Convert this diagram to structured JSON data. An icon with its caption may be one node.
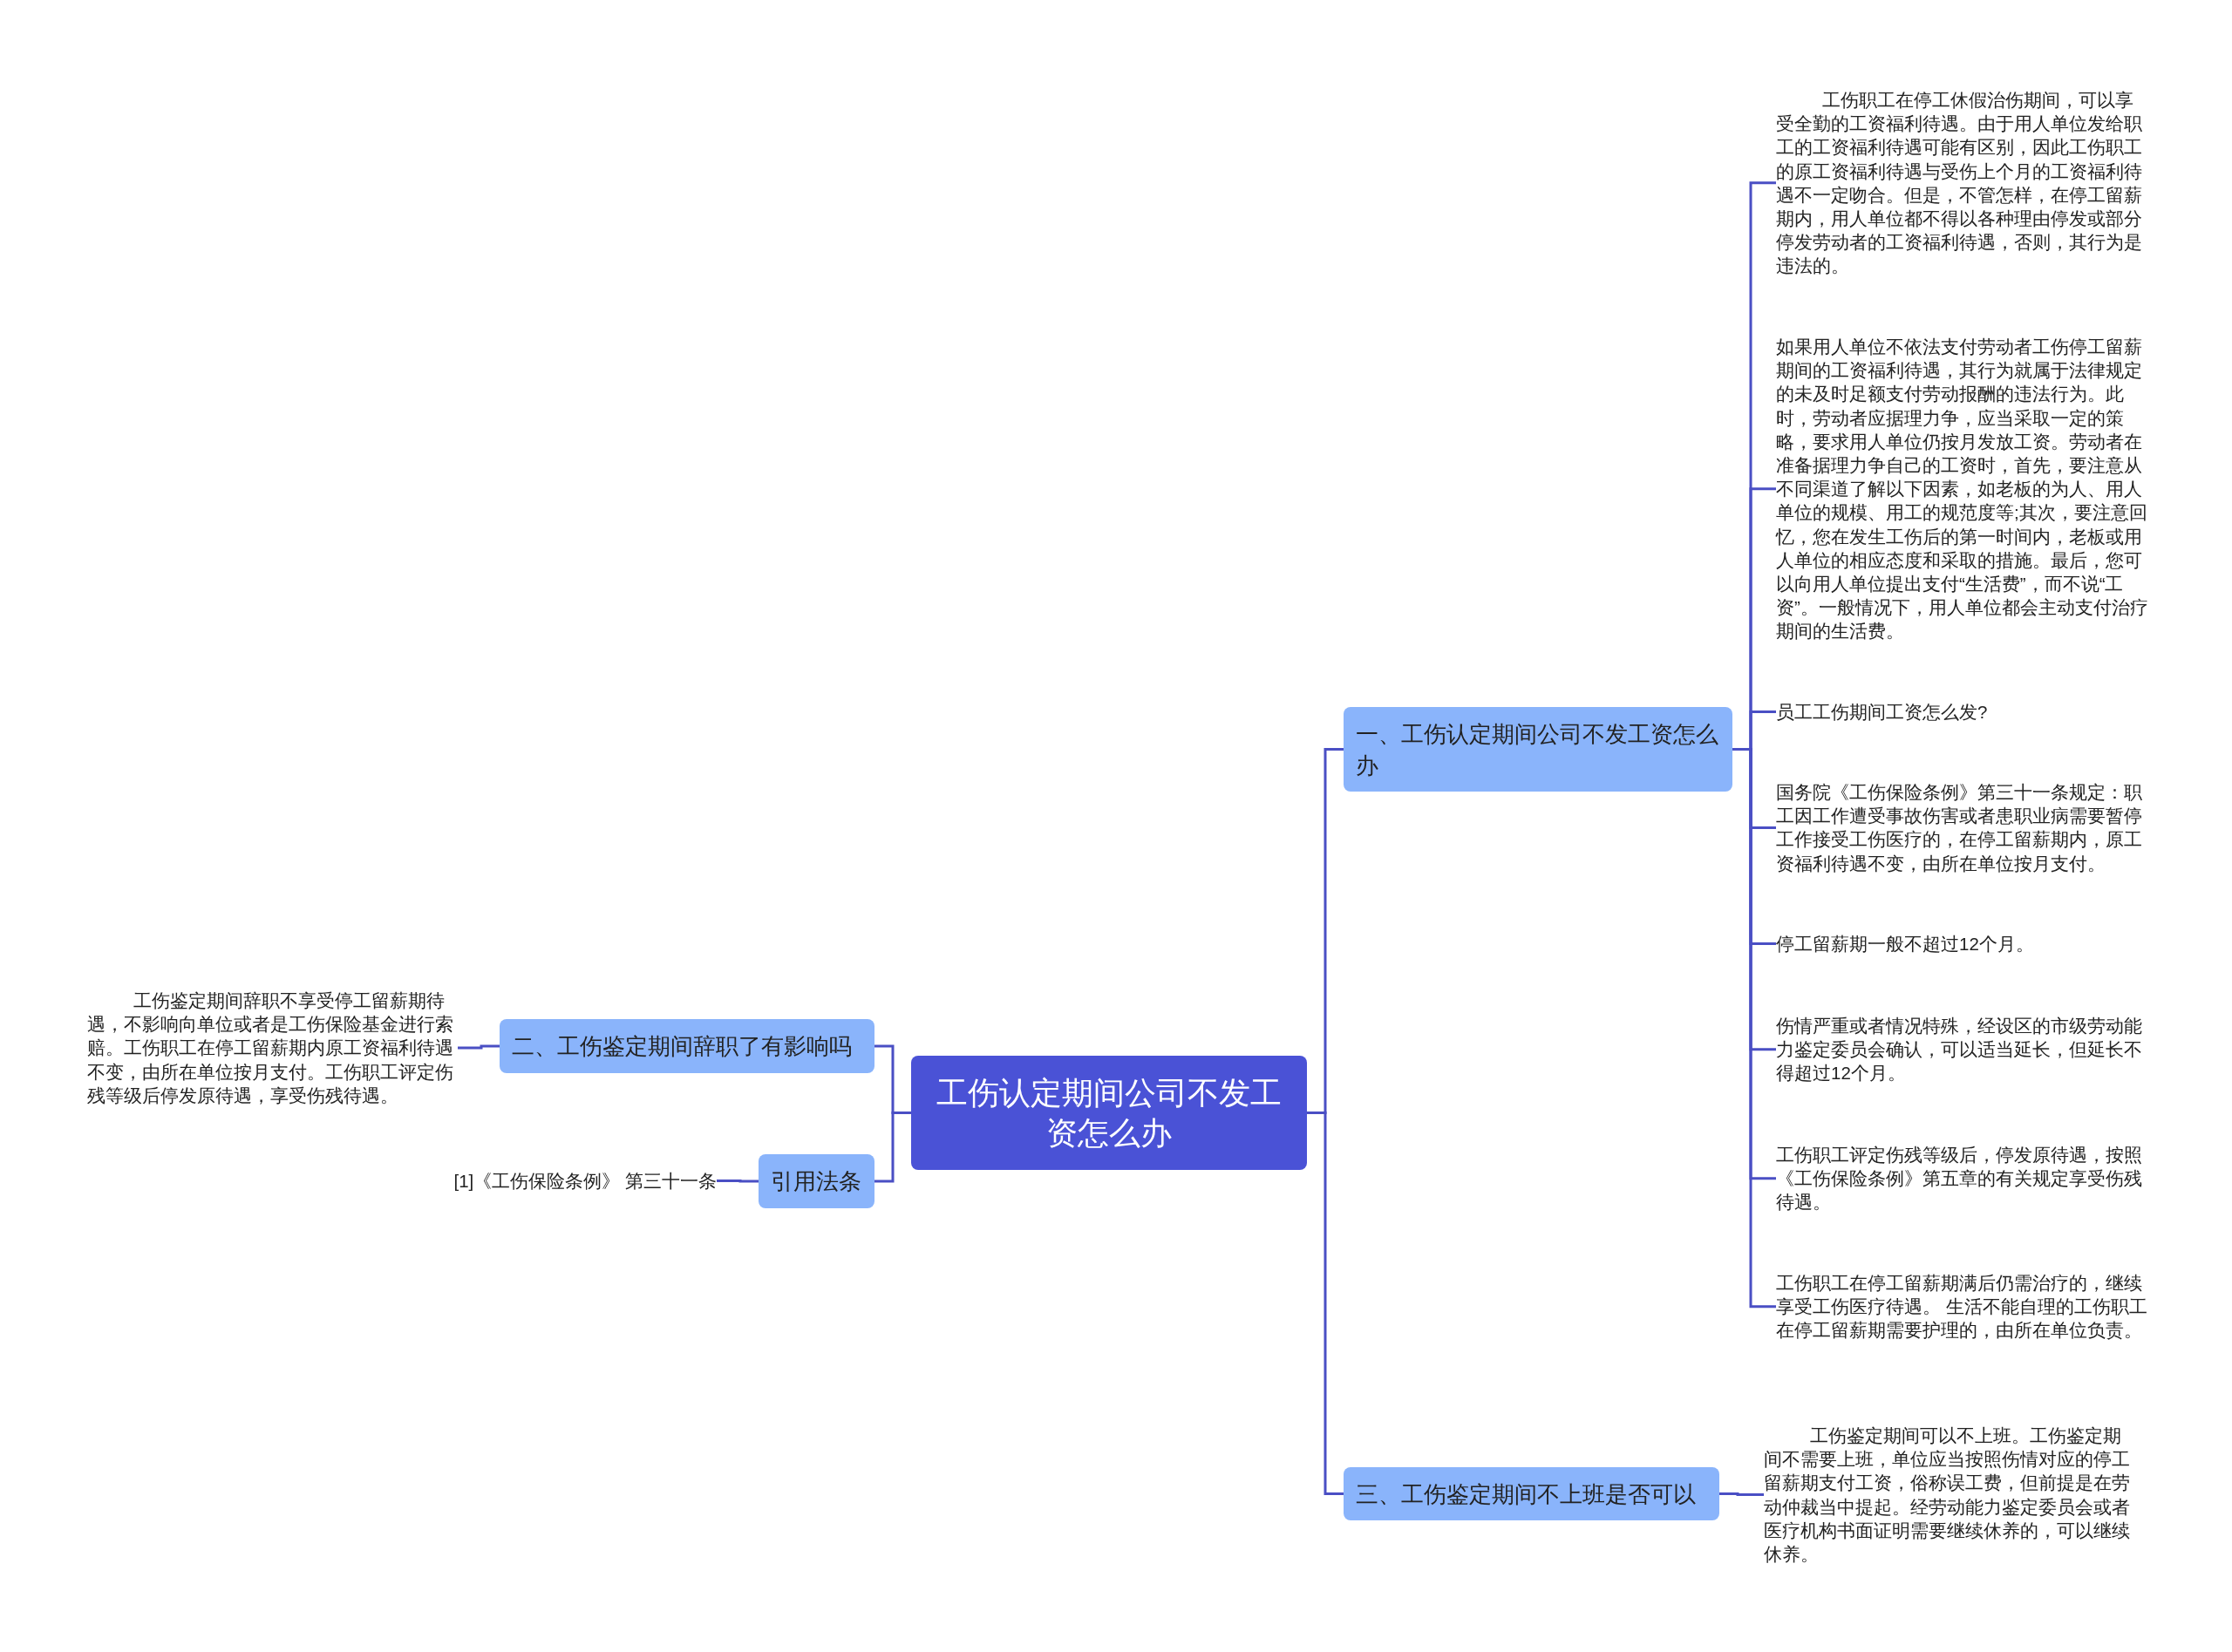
{
  "diagram": {
    "nodes": [
      {
        "text": [
          "工伤认定期间公司不发工资怎么办"
        ]
      },
      {
        "text": [
          "一、工伤认定期间公司不发工资怎么办"
        ]
      },
      {
        "text": [
          "工伤职工在停工休假治伤期间，可以享受全勤的工资福利待遇。由于用人单位发给职工的工资福利待遇可能有区别，因此工伤职工的原工资福利待遇与受伤上个月的工资福利待遇不一定吻合。但是，不管怎样，在停工留薪期内，用人单位都不得以各种理由停发或部分停发劳动者的工资福利待遇，否则，其行为是违法的。"
        ]
      },
      {
        "text": [
          "如果用人单位不依法支付劳动者工伤停工留薪期间的工资福利待遇，其行为就属于法律规定的未及时足额支付劳动报酬的违法行为。此时，劳动者应据理力争，应当采取一定的策略，要求用人单位仍按月发放工资。劳动者在准备据理力争自己的工资时，首先，要注意从不同渠道了解以下因素，如老板的为人、用人单位的规模、用工的规范度等;其次，要注意回忆，您在发生工伤后的第一时间内，老板或用人单位的相应态度和采取的措施。最后，您可以向用人单位提出支付“生活费”，而不说“工资”。一般情况下，用人单位都会主动支付治疗期间的生活费。"
        ]
      },
      {
        "text": [
          "员工工伤期间工资怎么发?"
        ]
      },
      {
        "text": [
          "国务院《工伤保险条例》第三十一条规定：职工因工作遭受事故伤害或者患职业病需要暂停工作接受工伤医疗的，在停工留薪期内，原工资福利待遇不变，由所在单位按月支付。"
        ]
      },
      {
        "text": [
          "停工留薪期一般不超过12个月。"
        ]
      },
      {
        "text": [
          "伤情严重或者情况特殊，经设区的市级劳动能力鉴定委员会确认，可以适当延长，但延长不得超过12个月。"
        ]
      },
      {
        "text": [
          "工伤职工评定伤残等级后，停发原待遇，按照《工伤保险条例》第五章的有关规定享受伤残待遇。"
        ]
      },
      {
        "text": [
          "工伤职工在停工留薪期满后仍需治疗的，继续享受工伤医疗待遇。 生活不能自理的工伤职工在停工留薪期需要护理的，由所在单位负责。"
        ]
      },
      {
        "text": [
          "三、工伤鉴定期间不上班是否可以"
        ]
      },
      {
        "text": [
          "工伤鉴定期间可以不上班。工伤鉴定期间不需要上班，单位应当按照伤情对应的停工留薪期支付工资，俗称误工费，但前提是在劳动仲裁当中提起。经劳动能力鉴定委员会或者医疗机构书面证明需要继续休养的，可以继续休养。"
        ]
      },
      {
        "text": [
          "二、工伤鉴定期间辞职了有影响吗"
        ]
      },
      {
        "text": [
          "工伤鉴定期间辞职不享受停工留薪期待遇，不影响向单位或者是工伤保险基金进行索赔。工伤职工在停工留薪期内原工资福利待遇不变，由所在单位按月支付。工伤职工评定伤残等级后停发原待遇，享受伤残待遇。"
        ]
      },
      {
        "text": [
          "引用法条"
        ]
      },
      {
        "text": [
          "[1]《工伤保险条例》 第三十一条"
        ]
      }
    ],
    "edges": [
      {
        "from": 0,
        "to": 1,
        "arrow": "none"
      },
      {
        "from": 1,
        "to": 2,
        "arrow": "none"
      },
      {
        "from": 1,
        "to": 3,
        "arrow": "none"
      },
      {
        "from": 1,
        "to": 4,
        "arrow": "none"
      },
      {
        "from": 1,
        "to": 5,
        "arrow": "none"
      },
      {
        "from": 1,
        "to": 6,
        "arrow": "none"
      },
      {
        "from": 1,
        "to": 7,
        "arrow": "none"
      },
      {
        "from": 1,
        "to": 8,
        "arrow": "none"
      },
      {
        "from": 1,
        "to": 9,
        "arrow": "none"
      },
      {
        "from": 0,
        "to": 10,
        "arrow": "none"
      },
      {
        "from": 10,
        "to": 11,
        "arrow": "none"
      },
      {
        "from": 0,
        "to": 12,
        "arrow": "none"
      },
      {
        "from": 12,
        "to": 13,
        "arrow": "none"
      },
      {
        "from": 0,
        "to": 14,
        "arrow": "none"
      },
      {
        "from": 14,
        "to": 15,
        "arrow": "none"
      }
    ]
  }
}
